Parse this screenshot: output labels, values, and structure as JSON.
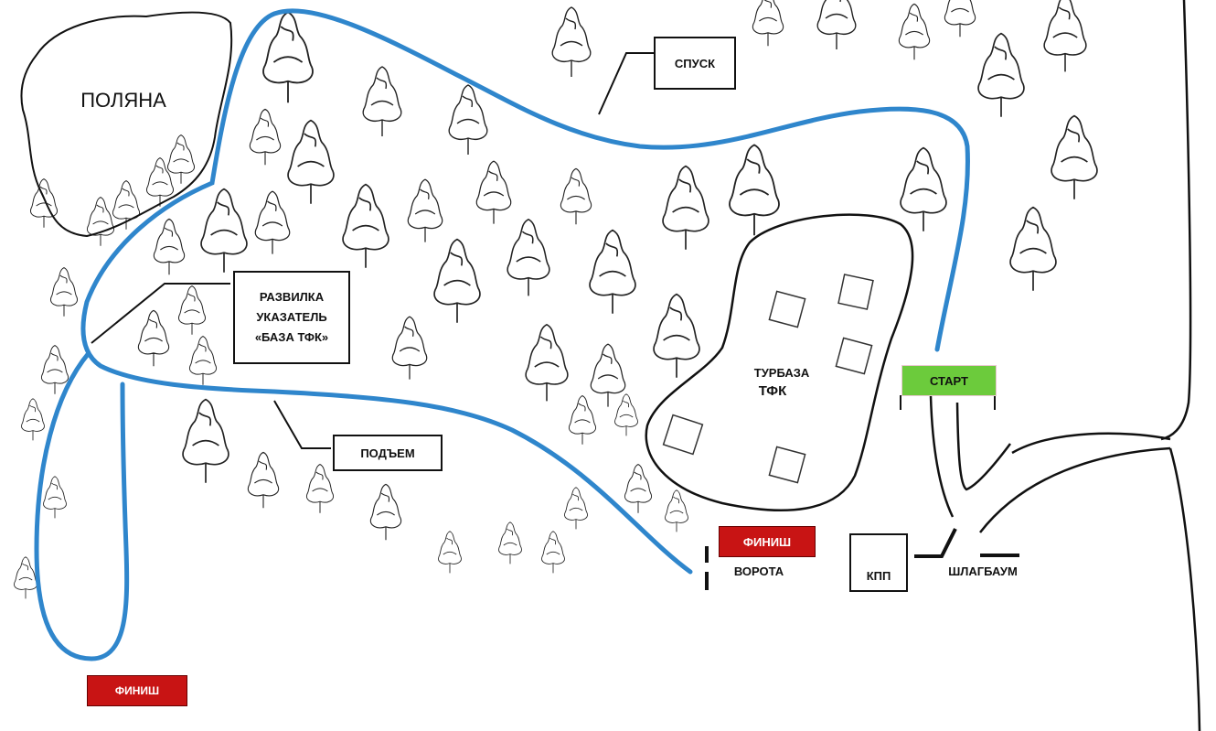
{
  "colors": {
    "route": "#2f86cc",
    "start": "#6ccb3c",
    "finish": "#c81414",
    "ink": "#111111"
  },
  "labels": {
    "polyana": "ПОЛЯНА",
    "spusk": "СПУСК",
    "razvilka": [
      "РАЗВИЛКА",
      "УКАЗАТЕЛЬ",
      "«БАЗА ТФК»"
    ],
    "podyem": "ПОДЪЕМ",
    "turbaza": "ТУРБАЗА",
    "tfk": "ТФК",
    "start": "СТАРТ",
    "finish_gate": "ФИНИШ",
    "finish_left": "ФИНИШ",
    "vorota": "ВОРОТА",
    "kpp": "КПП",
    "shlagbaum": "ШЛАГБАУМ"
  }
}
